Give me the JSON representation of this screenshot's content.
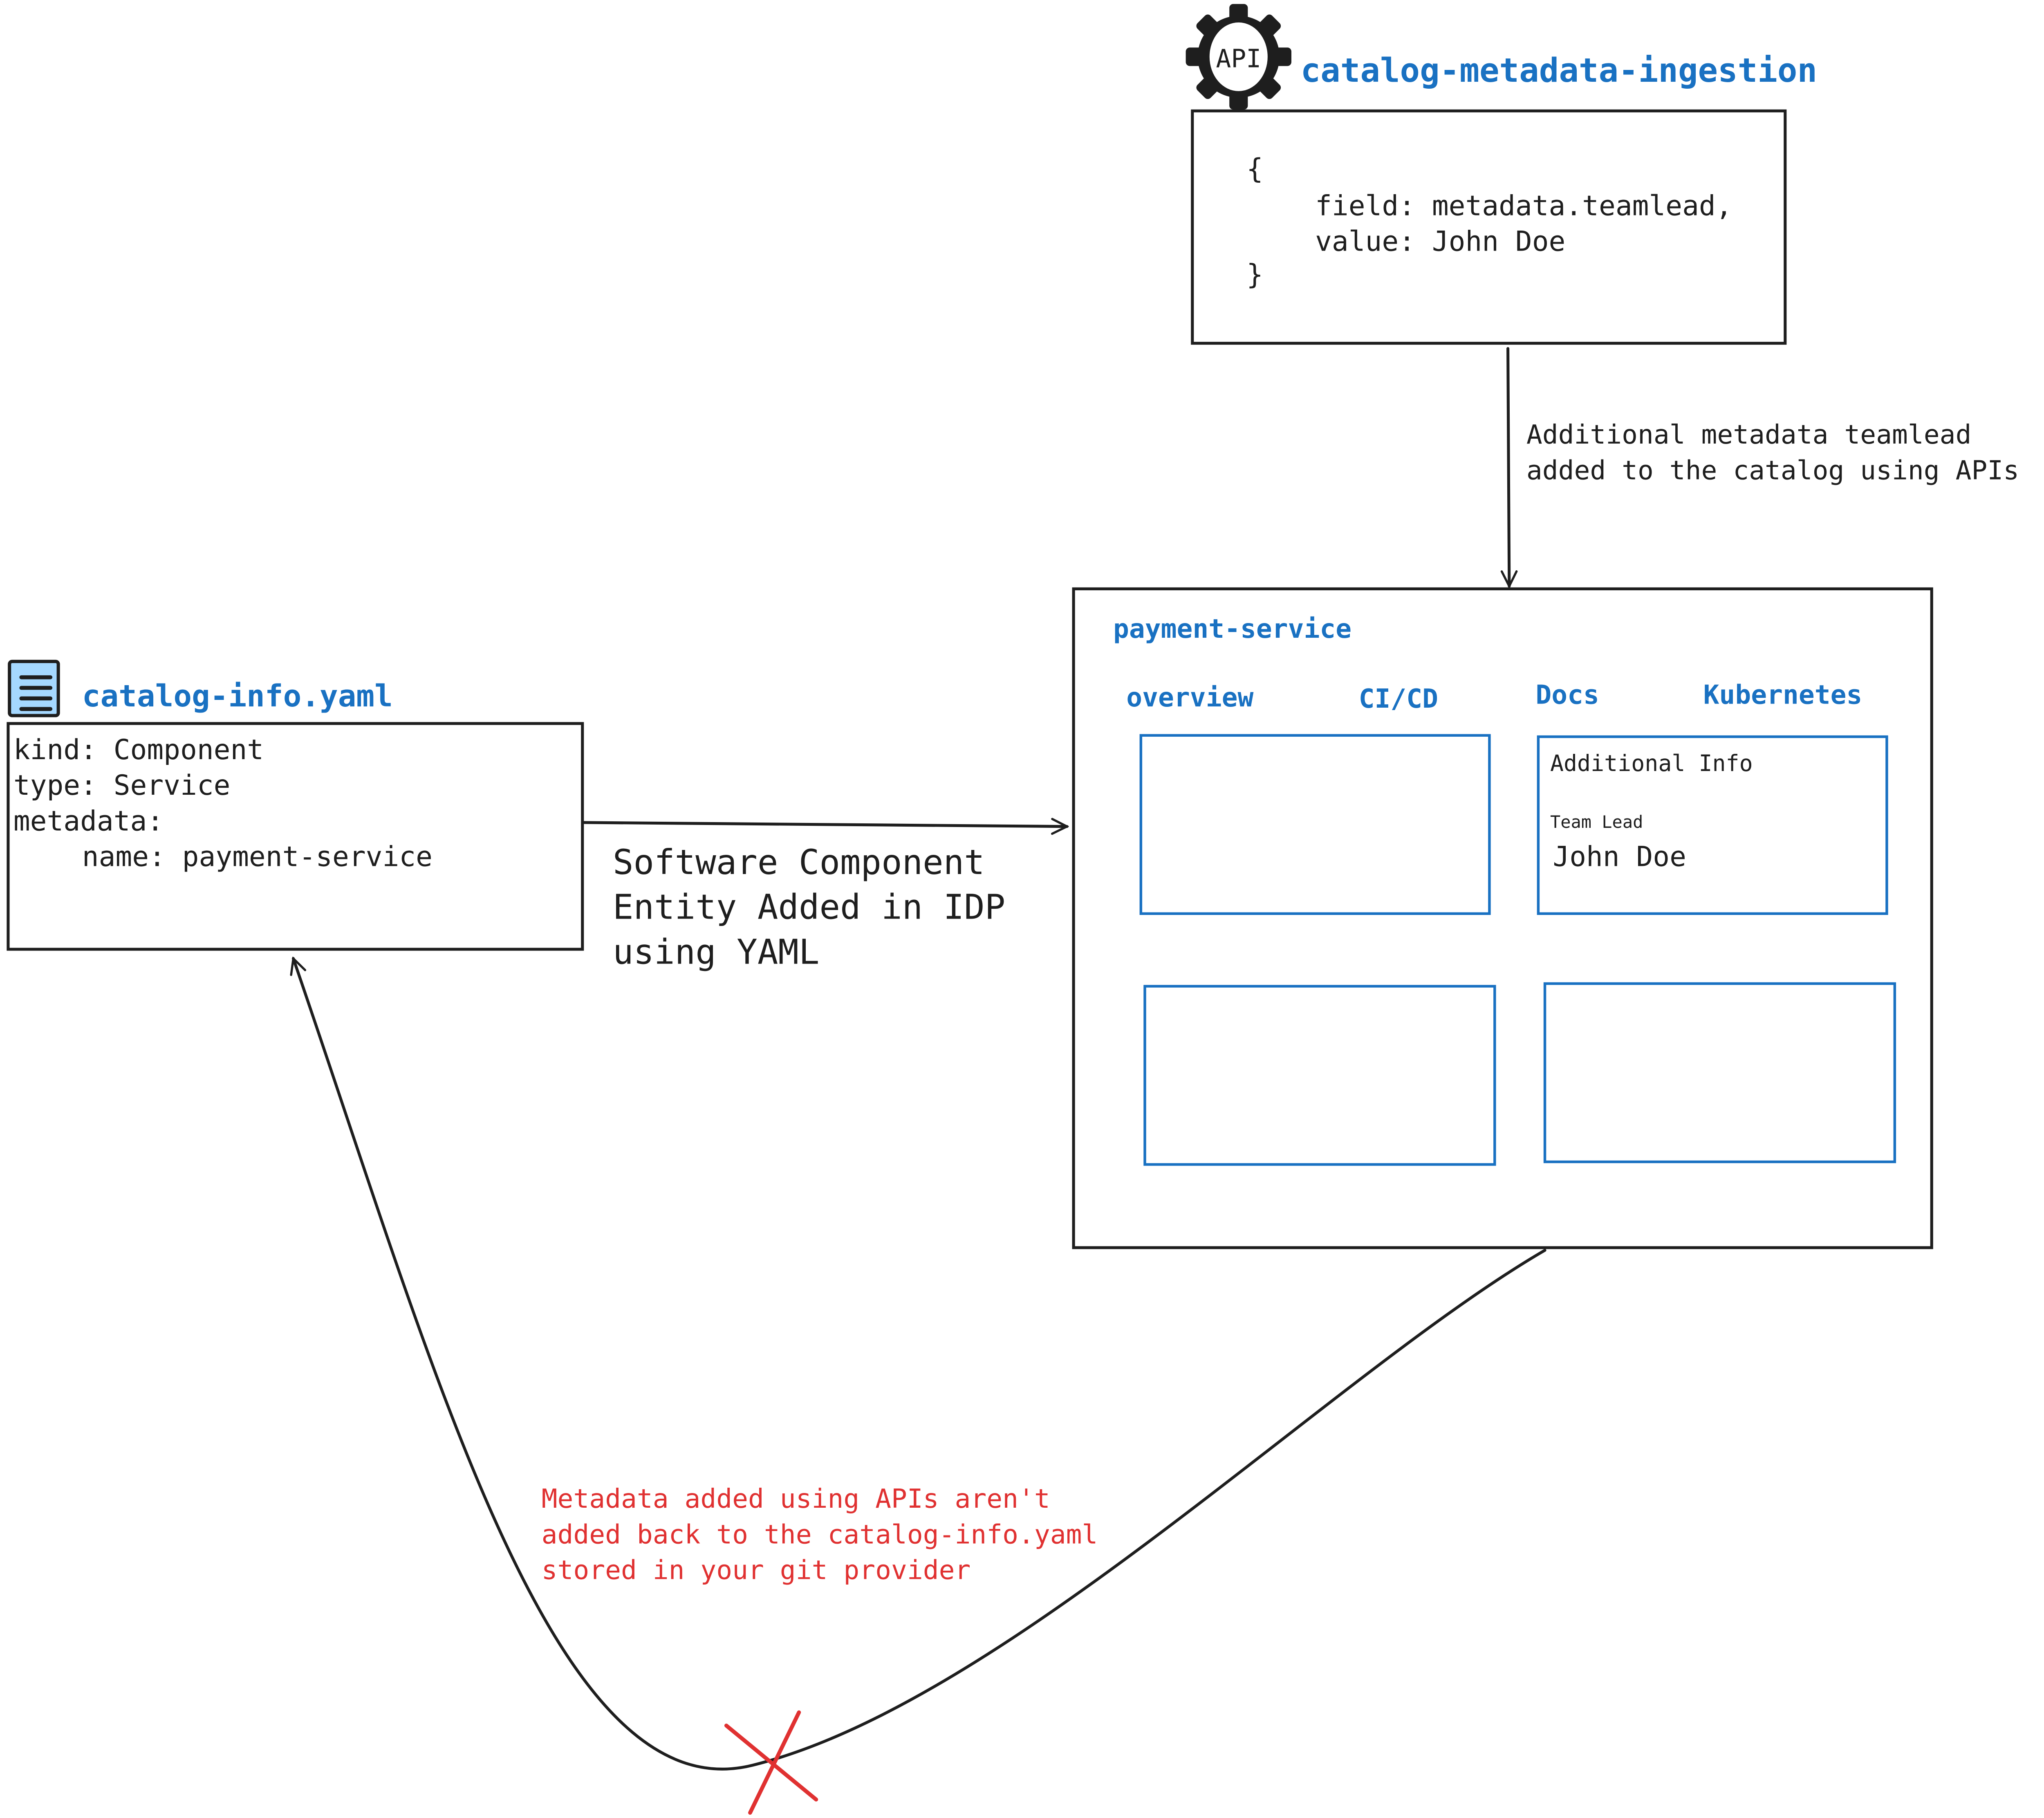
{
  "api_node": {
    "icon": "api-gear-icon",
    "icon_label": "API",
    "title": "catalog-metadata-ingestion",
    "code": [
      "{",
      "field: metadata.teamlead,",
      "value: John Doe",
      "}"
    ]
  },
  "api_arrow_label": [
    "Additional metadata teamlead",
    "added to the catalog using APIs"
  ],
  "service_node": {
    "title": "payment-service",
    "tabs": [
      "overview",
      "CI/CD",
      "Docs",
      "Kubernetes"
    ],
    "info_card": {
      "title": "Additional Info",
      "field_label": "Team Lead",
      "field_value": "John Doe"
    }
  },
  "yaml_node": {
    "icon": "document-icon",
    "title": "catalog-info.yaml",
    "lines": [
      "kind: Component",
      "type: Service",
      "metadata:",
      "name: payment-service"
    ]
  },
  "yaml_arrow_label": [
    "Software Component",
    "Entity Added in IDP",
    "using YAML"
  ],
  "sync_note": [
    "Metadata added using APIs aren't",
    "added back to the catalog-info.yaml",
    "stored in your git provider"
  ],
  "colors": {
    "accent_blue": "#1971c2",
    "warning_red": "#e03131",
    "stroke": "#1e1e1e",
    "doc_icon_fill": "#a5d8ff"
  }
}
